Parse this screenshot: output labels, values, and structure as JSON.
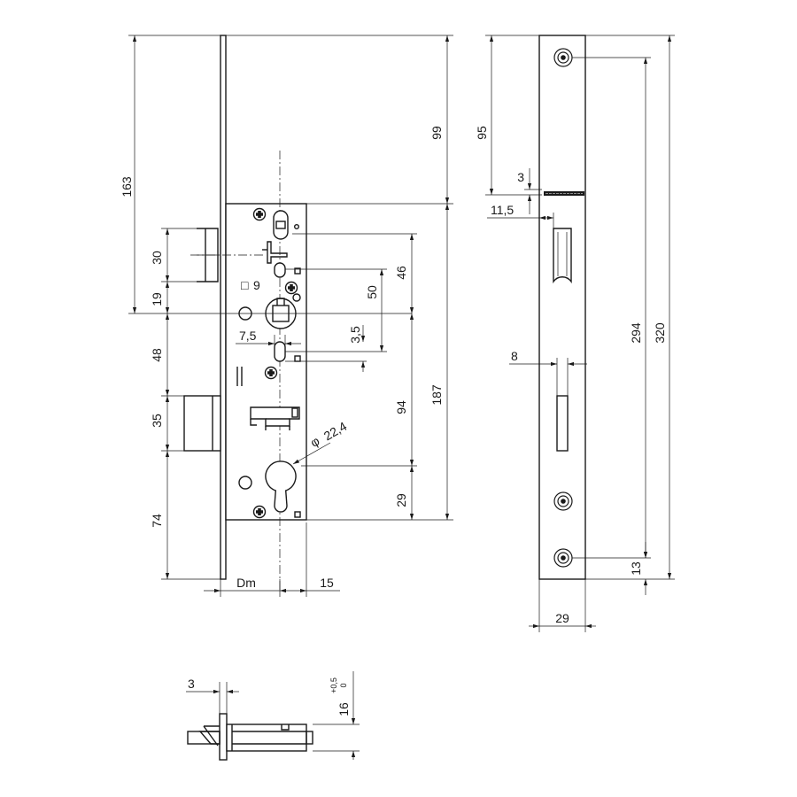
{
  "dimensions": {
    "front_163": "163",
    "front_99": "99",
    "front_30": "30",
    "front_19": "19",
    "front_48": "48",
    "front_35": "35",
    "front_74": "74",
    "front_square": "9",
    "front_50": "50",
    "front_46": "46",
    "front_7_5": "7,5",
    "front_3_5": "3,5",
    "front_94": "94",
    "front_187": "187",
    "front_diameter": "22,4",
    "front_29": "29",
    "front_dm": "Dm",
    "front_15": "15",
    "side_95": "95",
    "side_3": "3",
    "side_11_5": "11,5",
    "side_8": "8",
    "side_294": "294",
    "side_320": "320",
    "side_13": "13",
    "side_29": "29",
    "bottom_3": "3",
    "bottom_16": "16",
    "bottom_tol_upper": "+0,5",
    "bottom_tol_lower": "0"
  },
  "symbols": {
    "square": "□",
    "diameter": "φ"
  },
  "icons": {
    "screw": "cross-screw-icon",
    "mounting_hole": "countersunk-hole-icon"
  },
  "colors": {
    "line": "#1a1a1a",
    "background": "#ffffff"
  }
}
